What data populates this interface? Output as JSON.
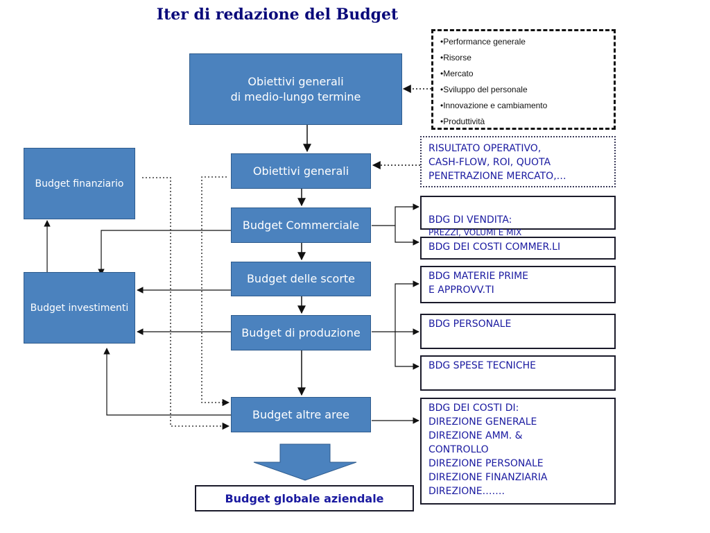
{
  "title": "Iter di redazione del Budget",
  "boxes": {
    "obiettivi_medio_lungo": "Obiettivi generali\ndi medio-lungo termine",
    "obiettivi_generali": "Obiettivi generali",
    "budget_commerciale": "Budget Commerciale",
    "budget_scorte": "Budget delle scorte",
    "budget_produzione": "Budget di produzione",
    "budget_altre_aree": "Budget altre aree",
    "budget_finanziario": "Budget finanziario",
    "budget_investimenti": "Budget investimenti",
    "budget_globale": "Budget globale aziendale"
  },
  "bullets": [
    "Performance generale",
    "Risorse",
    "Mercato",
    "Sviluppo del personale",
    "Innovazione e cambiamento",
    "Produttività"
  ],
  "notes": {
    "risultato_operativo": "RISULTATO OPERATIVO,\nCASH-FLOW, ROI, QUOTA\nPENETRAZIONE MERCATO,…",
    "bdg_vendita_title": "BDG DI VENDITA:",
    "bdg_vendita_detail": "PREZZI, VOLUMI E MIX",
    "bdg_costi_commerciali": "BDG DEI COSTI COMMER.LI",
    "bdg_materie_prime": "BDG MATERIE PRIME\nE APPROVV.TI",
    "bdg_personale": "BDG  PERSONALE",
    "bdg_spese_tecniche": "BDG SPESE TECNICHE",
    "bdg_costi_di": "BDG DEI COSTI DI:\nDIREZIONE GENERALE\nDIREZIONE AMM. &\nCONTROLLO\nDIREZIONE PERSONALE\nDIREZIONE FINANZIARIA\nDIREZIONE……."
  },
  "colors": {
    "box_fill": "#4b82be",
    "box_text": "#ffffff",
    "note_text": "#1a1aa0",
    "title_text": "#0a0a7a"
  }
}
